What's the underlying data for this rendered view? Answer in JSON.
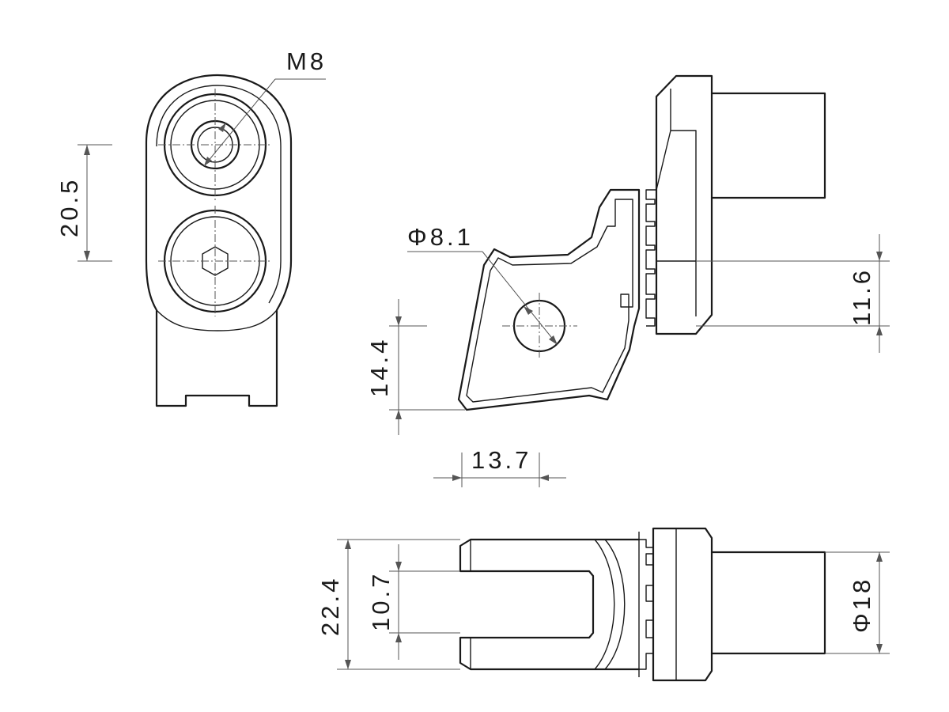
{
  "colors": {
    "line": "#1a1a1a",
    "dimension": "#555555",
    "background": "#ffffff"
  },
  "dimensions": {
    "thread": "M8",
    "hole_height": "20.5",
    "hole_diameter": "Φ8.1",
    "hole_offset": "14.4",
    "serration_height": "11.6",
    "width_side": "13.7",
    "fork_outer": "22.4",
    "fork_slot": "10.7",
    "shaft_diameter": "Φ18"
  }
}
